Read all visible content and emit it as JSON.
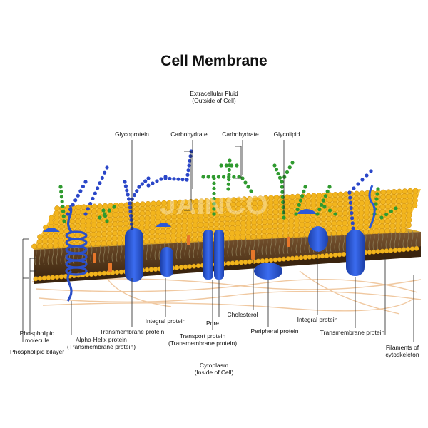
{
  "title": "Cell Membrane",
  "regions": {
    "outside_line1": "Extracellular Fluid",
    "outside_line2": "(Outside of Cell)",
    "inside_line1": "Cytoplasm",
    "inside_line2": "(Inside of Cell)"
  },
  "labels": {
    "glycoprotein": "Glycoprotein",
    "carbohydrate_a": "Carbohydrate",
    "carbohydrate_b": "Carbohydrate",
    "glycolipid": "Glycolipid",
    "integral_protein_left": "Integral protein",
    "integral_protein_right": "Integral protein",
    "cholesterol": "Cholesterol",
    "pore": "Pore",
    "transmembrane_protein_left": "Transmembrane protein",
    "transmembrane_protein_right": "Transmembrane protein",
    "transport_protein_line1": "Transport protein",
    "transport_protein_line2": "(Transmembrane protein)",
    "peripheral_protein": "Peripheral protein",
    "alpha_helix_line1": "Alpha-Helix protein",
    "alpha_helix_line2": "(Transmembrane protein)",
    "phospholipid_molecule_line1": "Phospholipid",
    "phospholipid_molecule_line2": "molecule",
    "phospholipid_bilayer": "Phospholipid bilayer",
    "filaments_line1": "Filaments of",
    "filaments_line2": "cytoskeleton"
  },
  "watermark": "JAINCO",
  "colors": {
    "head": "#f2b51d",
    "head_edge": "#c98a10",
    "tail": "#8a7a55",
    "core": "#5b3b1c",
    "protein": "#2b58d8",
    "protein_dark": "#1c3fa8",
    "sugar_green": "#2f9a2f",
    "sugar_blue": "#2a46c8",
    "cholesterol": "#e7772a",
    "filament": "#f0c8a0"
  }
}
